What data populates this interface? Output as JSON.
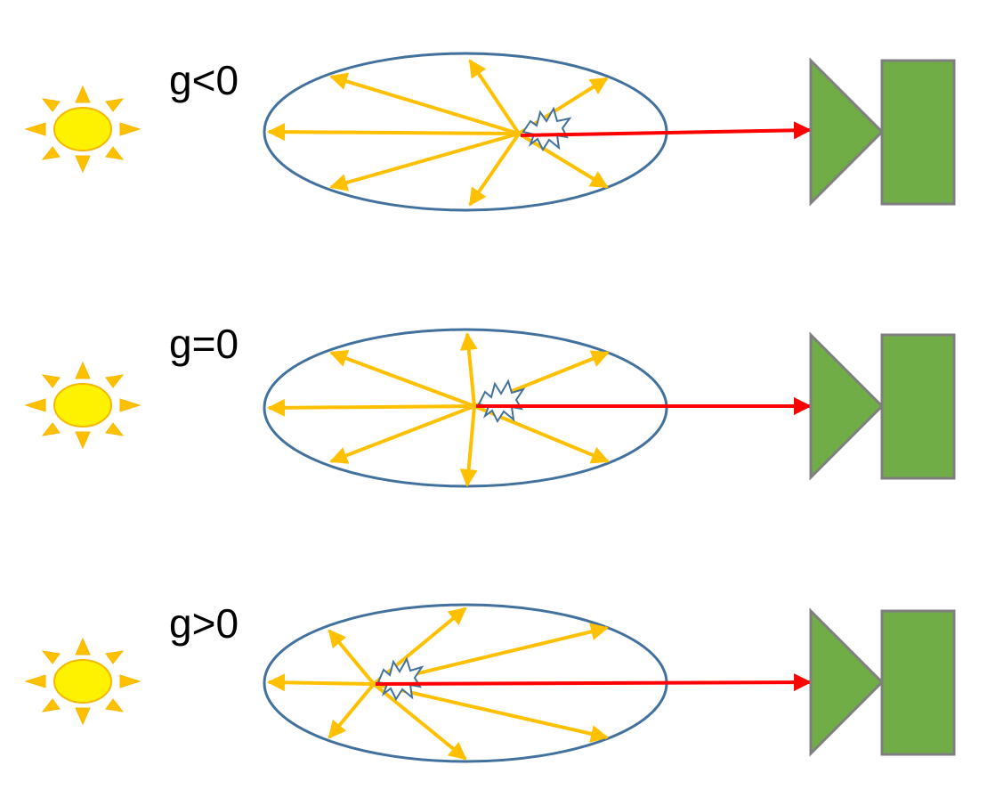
{
  "rows": [
    {
      "label": "g<0"
    },
    {
      "label": "g=0"
    },
    {
      "label": "g>0"
    }
  ],
  "colors": {
    "sun_fill": "#FFF200",
    "sun_ray": "#FFC000",
    "sun_outline": "#F5B800",
    "cloud_outline": "#41719C",
    "scatter_arrow": "#FFC000",
    "direct_arrow": "#FF0000",
    "detector_fill": "#70AD47",
    "detector_stroke": "#7F7F7F",
    "flash_outline": "#41719C"
  },
  "icons": {
    "source": "sun-icon",
    "scatter_event": "starburst-icon",
    "receiver": "detector-icon"
  }
}
